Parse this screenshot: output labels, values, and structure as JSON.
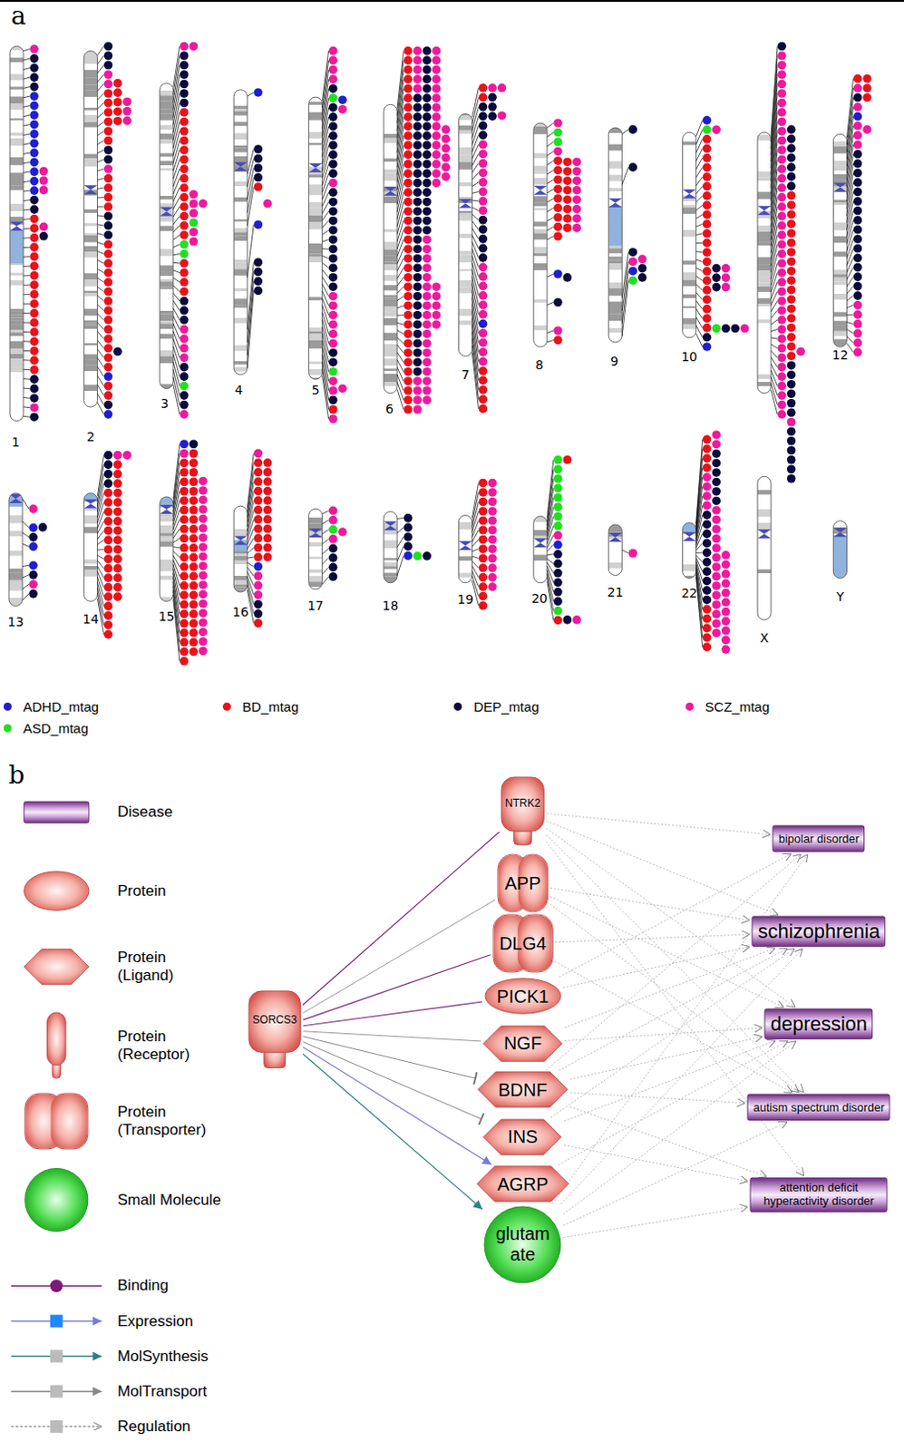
{
  "diagram": {
    "nodes": [
      {
        "text": [
          "SORCS3"
        ]
      },
      {
        "text": [
          "NTRK2"
        ]
      },
      {
        "text": [
          "APP"
        ]
      },
      {
        "text": [
          "DLG4"
        ]
      },
      {
        "text": [
          "PICK1"
        ]
      },
      {
        "text": [
          "NGF"
        ]
      },
      {
        "text": [
          "BDNF"
        ]
      },
      {
        "text": [
          "INS"
        ]
      },
      {
        "text": [
          "AGRP"
        ]
      },
      {
        "text": [
          "glutamate"
        ]
      },
      {
        "text": [
          "bipolar disorder"
        ]
      },
      {
        "text": [
          "schizophrenia"
        ]
      },
      {
        "text": [
          "depression"
        ]
      },
      {
        "text": [
          "autism spectrum disorder"
        ]
      },
      {
        "text": [
          "attention deficit hyperactivity disorder"
        ]
      }
    ],
    "edges": [
      {
        "from": 0,
        "to": 1,
        "arrow": "none"
      },
      {
        "from": 0,
        "to": 2,
        "arrow": "none"
      },
      {
        "from": 0,
        "to": 3,
        "arrow": "none"
      },
      {
        "from": 0,
        "to": 4,
        "arrow": "none"
      },
      {
        "from": 0,
        "to": 5,
        "arrow": "none"
      },
      {
        "from": 0,
        "to": 6,
        "arrow": "to"
      },
      {
        "from": 0,
        "to": 7,
        "arrow": "to"
      },
      {
        "from": 0,
        "to": 8,
        "arrow": "to"
      },
      {
        "from": 0,
        "to": 9,
        "arrow": "to"
      },
      {
        "from": 1,
        "to": 10,
        "arrow": "to"
      },
      {
        "from": 1,
        "to": 11,
        "arrow": "to"
      },
      {
        "from": 1,
        "to": 12,
        "arrow": "to"
      },
      {
        "from": 1,
        "to": 13,
        "arrow": "to"
      },
      {
        "from": 1,
        "to": 14,
        "arrow": "to"
      },
      {
        "from": 2,
        "to": 11,
        "arrow": "to"
      },
      {
        "from": 2,
        "to": 12,
        "arrow": "to"
      },
      {
        "from": 2,
        "to": 13,
        "arrow": "to"
      },
      {
        "from": 3,
        "to": 11,
        "arrow": "to"
      },
      {
        "from": 3,
        "to": 13,
        "arrow": "to"
      },
      {
        "from": 4,
        "to": 10,
        "arrow": "to"
      },
      {
        "from": 4,
        "to": 11,
        "arrow": "to"
      },
      {
        "from": 5,
        "to": 11,
        "arrow": "to"
      },
      {
        "from": 5,
        "to": 12,
        "arrow": "to"
      },
      {
        "from": 6,
        "to": 10,
        "arrow": "to"
      },
      {
        "from": 6,
        "to": 11,
        "arrow": "to"
      },
      {
        "from": 6,
        "to": 12,
        "arrow": "to"
      },
      {
        "from": 6,
        "to": 13,
        "arrow": "to"
      },
      {
        "from": 6,
        "to": 14,
        "arrow": "to"
      },
      {
        "from": 7,
        "to": 11,
        "arrow": "to"
      },
      {
        "from": 7,
        "to": 12,
        "arrow": "to"
      },
      {
        "from": 7,
        "to": 14,
        "arrow": "to"
      },
      {
        "from": 8,
        "to": 12,
        "arrow": "to"
      },
      {
        "from": 9,
        "to": 10,
        "arrow": "to"
      },
      {
        "from": 9,
        "to": 11,
        "arrow": "to"
      },
      {
        "from": 9,
        "to": 12,
        "arrow": "to"
      },
      {
        "from": 9,
        "to": 13,
        "arrow": "to"
      },
      {
        "from": 9,
        "to": 14,
        "arrow": "to"
      }
    ],
    "labels": [
      "a",
      "1",
      "2",
      "3",
      "4",
      "5",
      "6",
      "7",
      "8",
      "9",
      "10",
      "12",
      "13",
      "14",
      "15",
      "16",
      "17",
      "18",
      "19",
      "20",
      "21",
      "22",
      "X",
      "Y",
      "b"
    ],
    "legend": [
      {
        "text": "ADHD_mtag",
        "color": "#1f1fd0"
      },
      {
        "text": "BD_mtag",
        "color": "#e8121b"
      },
      {
        "text": "DEP_mtag",
        "color": "#0b0b3b"
      },
      {
        "text": "SCZ_mtag",
        "color": "#ee1a9c"
      },
      {
        "text": "ASD_mtag",
        "color": "#1fe01f"
      },
      {
        "text": "Disease"
      },
      {
        "text": "Protein"
      },
      {
        "text": "Protein (Ligand)"
      },
      {
        "text": "Protein (Receptor)"
      },
      {
        "text": "Protein (Transporter)"
      },
      {
        "text": "Small Molecule"
      },
      {
        "text": "Binding"
      },
      {
        "text": "Expression"
      },
      {
        "text": "MolSynthesis"
      },
      {
        "text": "MolTransport"
      },
      {
        "text": "Regulation"
      }
    ]
  }
}
